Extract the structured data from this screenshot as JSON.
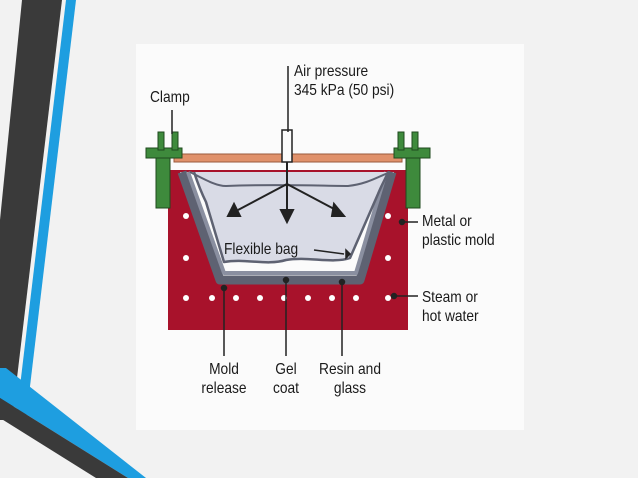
{
  "diagram": {
    "labels": {
      "air_pressure_line1": "Air pressure",
      "air_pressure_line2": "345 kPa (50 psi)",
      "clamp": "Clamp",
      "flexible_bag": "Flexible bag",
      "mold_line1": "Metal or",
      "mold_line2": "plastic mold",
      "steam_line1": "Steam or",
      "steam_line2": "hot water",
      "mold_release_line1": "Mold",
      "mold_release_line2": "release",
      "gel_coat_line1": "Gel",
      "gel_coat_line2": "coat",
      "resin_line1": "Resin and",
      "resin_line2": "glass"
    },
    "colors": {
      "mold": "#a8122b",
      "clamp": "#3e8a3c",
      "plate": "#e0916b",
      "bag": "#d9dbe6",
      "layer": "#5e6272",
      "accent_blue": "#1e9ee0",
      "accent_dark": "#3a3a3a"
    }
  }
}
